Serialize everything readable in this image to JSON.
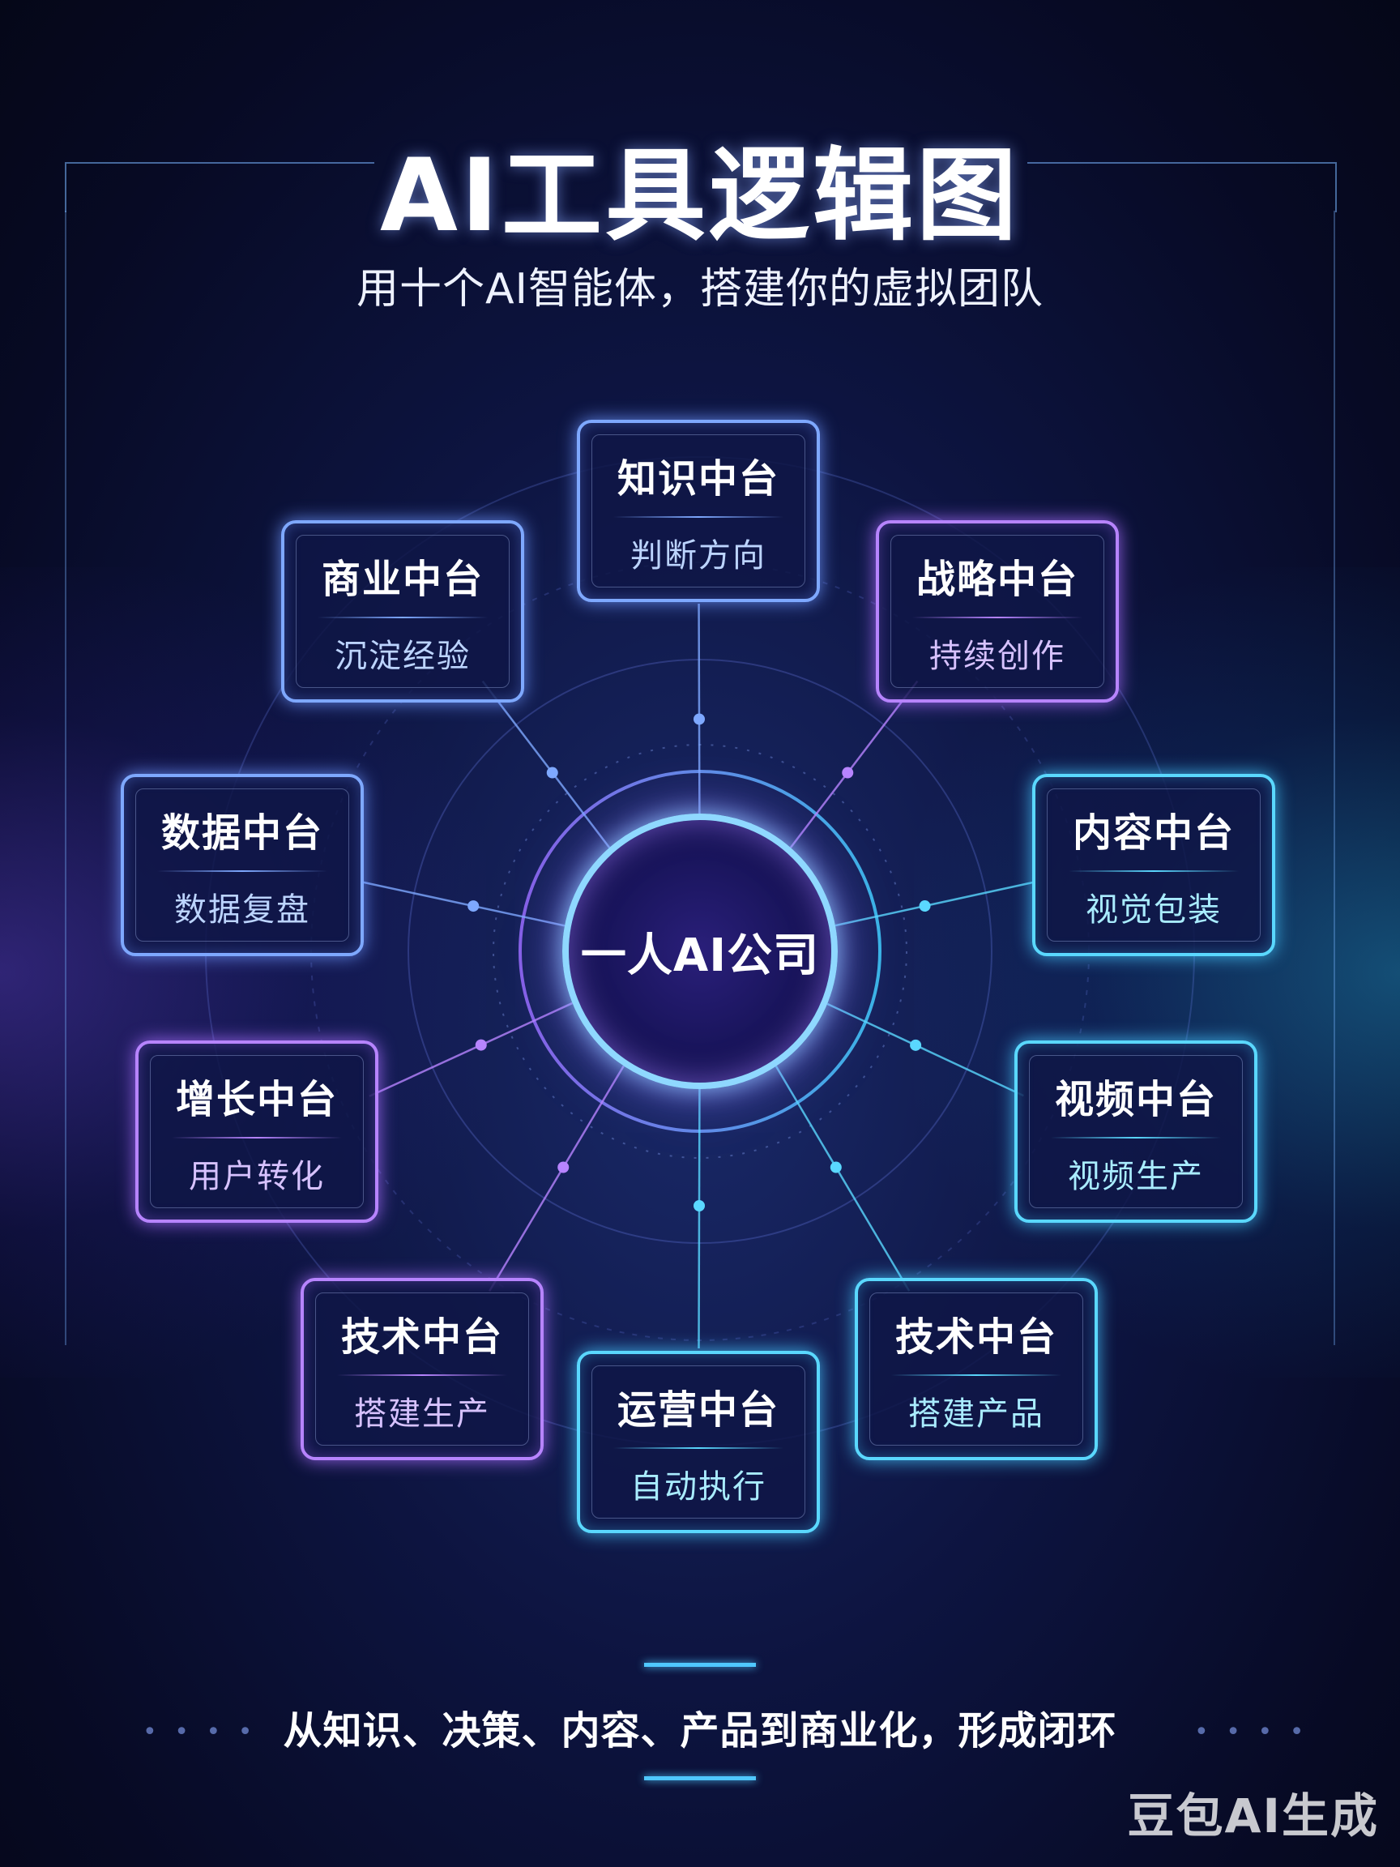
{
  "header": {
    "title": "AI工具逻辑图",
    "subtitle": "用十个AI智能体，搭建你的虚拟团队"
  },
  "center": {
    "label": "一人AI公司"
  },
  "nodes": [
    {
      "name": "知识中台",
      "role": "判断方向",
      "color": "blue"
    },
    {
      "name": "战略中台",
      "role": "持续创作",
      "color": "purple"
    },
    {
      "name": "内容中台",
      "role": "视觉包装",
      "color": "cyan"
    },
    {
      "name": "视频中台",
      "role": "视频生产",
      "color": "cyan"
    },
    {
      "name": "技术中台",
      "role": "搭建产品",
      "color": "cyan"
    },
    {
      "name": "运营中台",
      "role": "自动执行",
      "color": "cyan"
    },
    {
      "name": "技术中台",
      "role": "搭建生产",
      "color": "purple"
    },
    {
      "name": "增长中台",
      "role": "用户转化",
      "color": "purple"
    },
    {
      "name": "数据中台",
      "role": "数据复盘",
      "color": "blue"
    },
    {
      "name": "商业中台",
      "role": "沉淀经验",
      "color": "blue"
    }
  ],
  "footer": {
    "text": "从知识、决策、内容、产品到商业化，形成闭环"
  },
  "watermark": "豆包AI生成",
  "colors": {
    "purple": "#b784ff",
    "blue": "#7ea8ff",
    "cyan": "#5ad8ff",
    "accent": "#4fc8ff"
  }
}
